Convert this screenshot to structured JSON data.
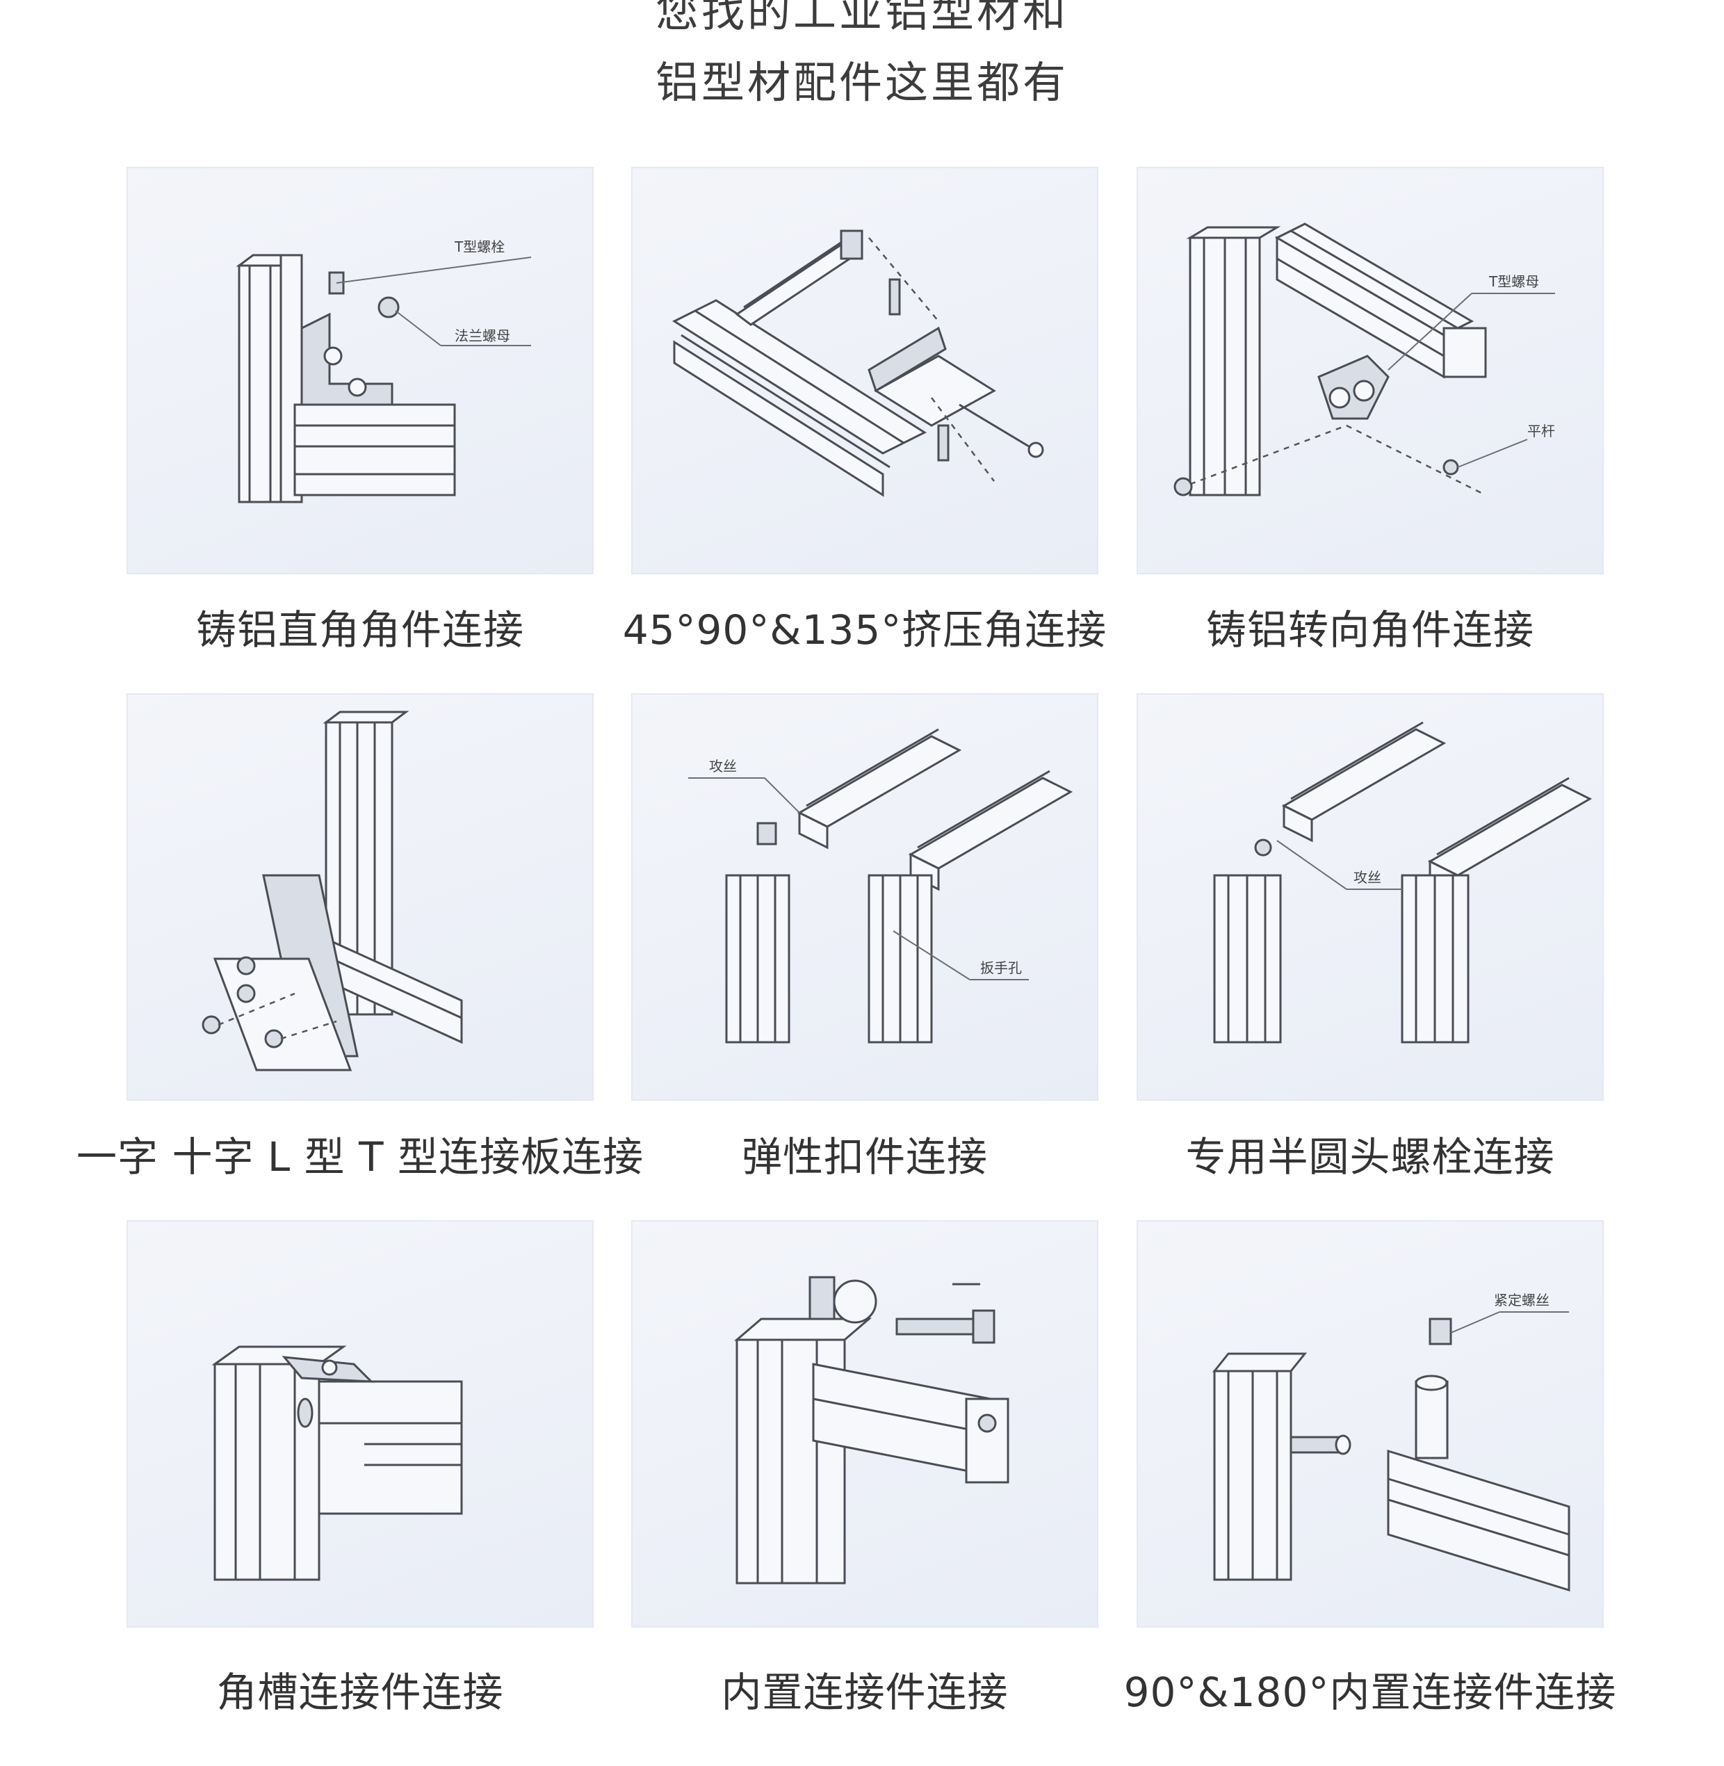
{
  "heading": {
    "line1": "您找的工业铝型材和",
    "line2": "铝型材配件这里都有"
  },
  "cards": [
    {
      "caption": "铸铝直角角件连接",
      "labels": [
        "T型螺栓",
        "法兰螺母"
      ]
    },
    {
      "caption": "45°90°&135°挤压角连接",
      "labels": []
    },
    {
      "caption": "铸铝转向角件连接",
      "labels": [
        "T型螺母",
        "平杆"
      ]
    },
    {
      "caption": "一字 十字 L 型 T 型连接板连接",
      "labels": []
    },
    {
      "caption": "弹性扣件连接",
      "labels": [
        "攻丝",
        "扳手孔"
      ]
    },
    {
      "caption": "专用半圆头螺栓连接",
      "labels": [
        "攻丝"
      ]
    },
    {
      "caption": "角槽连接件连接",
      "labels": []
    },
    {
      "caption": "内置连接件连接",
      "labels": []
    },
    {
      "caption": "90°&180°内置连接件连接",
      "labels": [
        "紧定螺丝"
      ]
    }
  ]
}
